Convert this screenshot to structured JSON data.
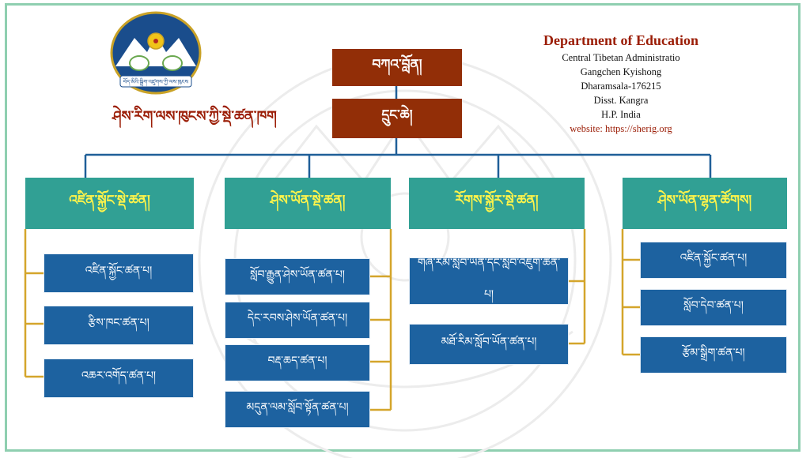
{
  "header": {
    "dept_title_tibetan": "ཤེས་རིག་ལས་ཁུངས་ཀྱི་སྡེ་ཚན་ཁག",
    "contact": {
      "title": "Department of Education",
      "lines": [
        "Central Tibetan Administratio",
        "Gangchen Kyishong",
        "Dharamsala-176215",
        "Disst. Kangra",
        "H.P. India"
      ],
      "website": "website: https://sherig.org"
    },
    "seal_text": "བོད་མིའི་སྒྲིག་འཛུགས་ཀྱི་ལས་ཁུངས"
  },
  "chart": {
    "top": [
      "བཀའ་བློན།",
      "དྲུང་ཆེ།"
    ],
    "divisions": [
      {
        "title": "འཛིན་སྐྱོང་སྡེ་ཚན།",
        "units": [
          "འཛིན་སྐྱོང་ཚན་པ།",
          "རྩིས་ཁང་ཚན་པ།",
          "འཆར་འགོད་ཚན་པ།"
        ]
      },
      {
        "title": "ཤེས་ཡོན་སྡེ་ཚན།",
        "units": [
          "སློབ་རྒྱུན་ཤེས་ཡོན་ཚན་པ།",
          "དེང་རབས་ཤེས་ཡོན་ཚན་པ།",
          "བརྡ་ཆད་ཚན་པ།",
          "མདུན་ལམ་སློབ་སྟོན་ཚན་པ།"
        ]
      },
      {
        "title": "རོགས་སྐྱོར་སྡེ་ཚན།",
        "units": [
          "གཞི་རིམ་སློབ་ཡོན་དང་སློབ་འཇུག་ཚན་པ།",
          "མཐོ་རིམ་སློབ་ཡོན་ཚན་པ།"
        ]
      },
      {
        "title": "ཤེས་ཡོན་ལྷན་ཚོགས།",
        "units": [
          "འཛིན་སྐྱོང་ཚན་པ།",
          "སློབ་དེབ་ཚན་པ།",
          "རྩོམ་སྒྲིག་ཚན་པ།"
        ]
      }
    ]
  },
  "colors": {
    "top_box": "#922e07",
    "division_box": "#31a094",
    "division_text": "#fff44a",
    "unit_box": "#1d62a0",
    "connector_blue": "#1f5f98",
    "connector_gold": "#d4a52b",
    "frame": "#8fcfb0"
  },
  "icons": [
    "dharma-wheel-icon",
    "snow-lion-icon",
    "snow-mountain-icon"
  ]
}
